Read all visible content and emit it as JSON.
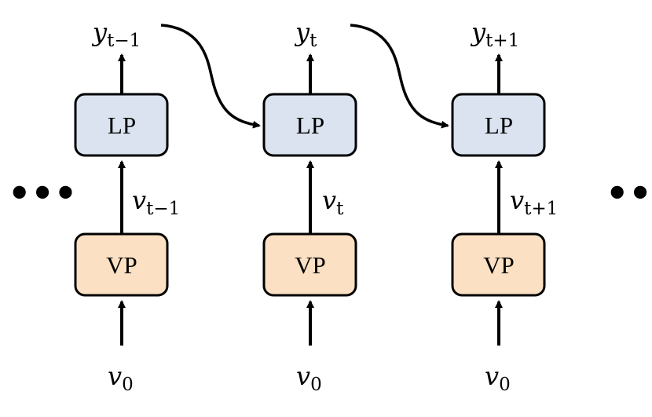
{
  "colors": {
    "lp_fill": "#DAE3EF",
    "vp_fill": "#FBE0C3",
    "stroke": "#000000"
  },
  "blocks": [
    {
      "lp_label": "LP",
      "vp_label": "VP",
      "output": {
        "var": "y",
        "sub": "t−1"
      },
      "hidden": {
        "var": "v",
        "sub": "t−1"
      },
      "input": {
        "var": "v",
        "sub": "0"
      }
    },
    {
      "lp_label": "LP",
      "vp_label": "VP",
      "output": {
        "var": "y",
        "sub": "t"
      },
      "hidden": {
        "var": "v",
        "sub": "t"
      },
      "input": {
        "var": "v",
        "sub": "0"
      }
    },
    {
      "lp_label": "LP",
      "vp_label": "VP",
      "output": {
        "var": "y",
        "sub": "t+1"
      },
      "hidden": {
        "var": "v",
        "sub": "t+1"
      },
      "input": {
        "var": "v",
        "sub": "0"
      }
    }
  ],
  "ellipsis": {
    "left": "•••",
    "right": "•••"
  }
}
